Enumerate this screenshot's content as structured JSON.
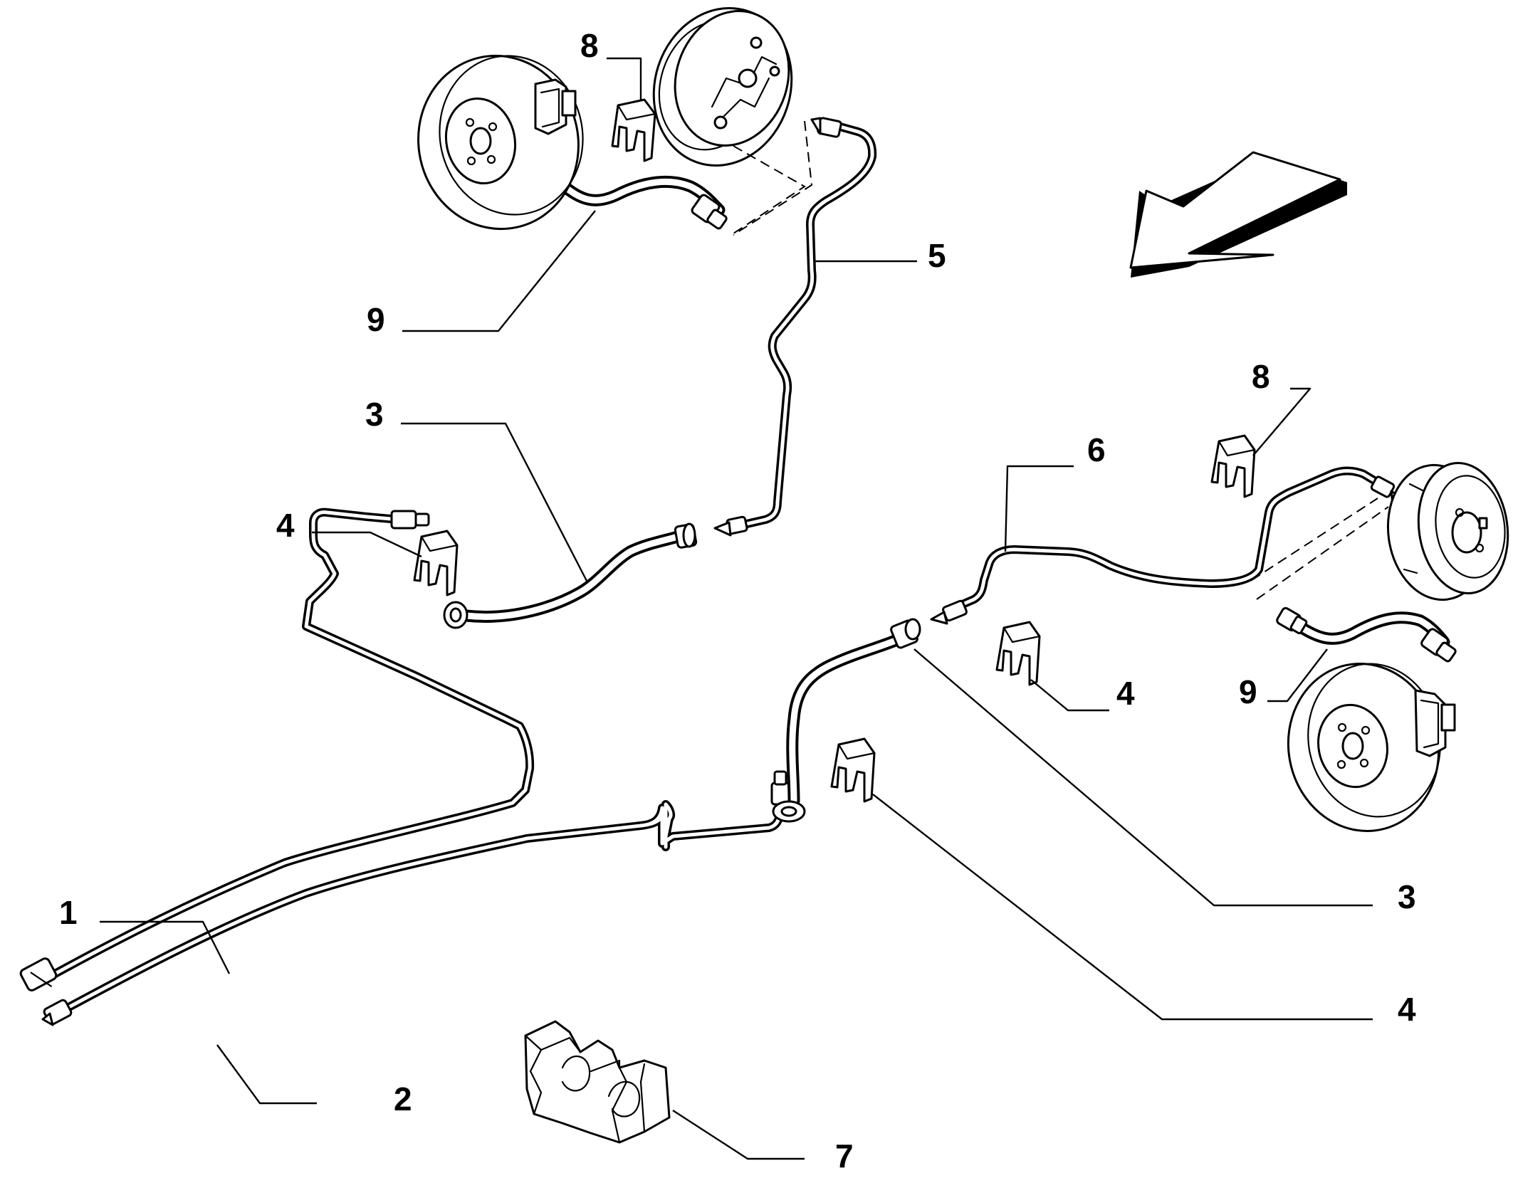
{
  "callouts": {
    "c1": "1",
    "c2": "2",
    "c3_top": "3",
    "c3_right": "3",
    "c4_left": "4",
    "c4_mid": "4",
    "c4_bottom": "4",
    "c5": "5",
    "c6": "6",
    "c7": "7",
    "c8_top": "8",
    "c8_right": "8",
    "c9_top": "9",
    "c9_right": "9"
  },
  "icons": {
    "direction": "direction-arrow-icon"
  },
  "colors": {
    "ink": "#000000",
    "paper": "#ffffff"
  }
}
